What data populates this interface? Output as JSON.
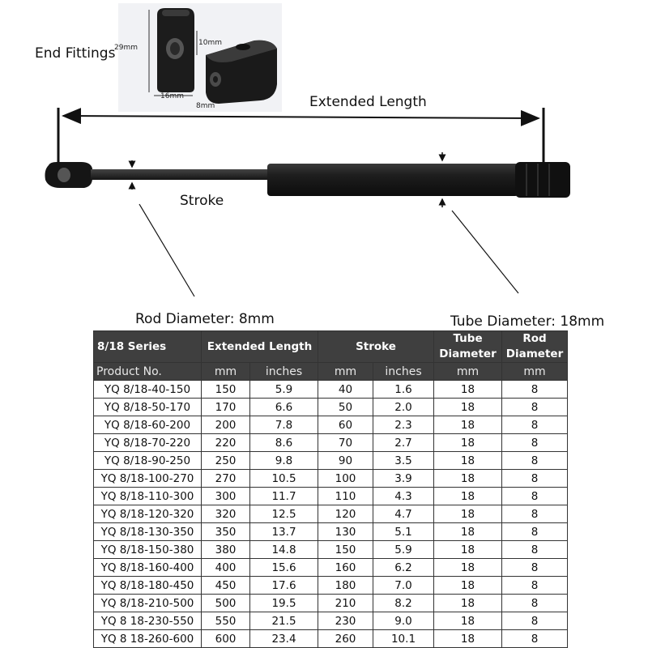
{
  "labels": {
    "end_fittings": "End Fittings",
    "extended_length": "Extended Length",
    "stroke": "Stroke",
    "rod_diameter": "Rod Diameter: 8mm",
    "tube_diameter": "Tube Diameter: 18mm"
  },
  "fitting_dims": {
    "height": "29mm",
    "width": "16mm",
    "hole": "10mm",
    "thread": "8mm"
  },
  "table": {
    "series_label": "8/18 Series",
    "col_extended": "Extended Length",
    "col_stroke": "Stroke",
    "col_tube": "Tube Diameter",
    "col_rod": "Rod Diameter",
    "product_label": "Product No.",
    "unit_mm": "mm",
    "unit_inches": "inches",
    "rows": [
      [
        "YQ 8/18-40-150",
        "150",
        "5.9",
        "40",
        "1.6",
        "18",
        "8"
      ],
      [
        "YQ 8/18-50-170",
        "170",
        "6.6",
        "50",
        "2.0",
        "18",
        "8"
      ],
      [
        "YQ 8/18-60-200",
        "200",
        "7.8",
        "60",
        "2.3",
        "18",
        "8"
      ],
      [
        "YQ 8/18-70-220",
        "220",
        "8.6",
        "70",
        "2.7",
        "18",
        "8"
      ],
      [
        "YQ 8/18-90-250",
        "250",
        "9.8",
        "90",
        "3.5",
        "18",
        "8"
      ],
      [
        "YQ 8/18-100-270",
        "270",
        "10.5",
        "100",
        "3.9",
        "18",
        "8"
      ],
      [
        "YQ 8/18-110-300",
        "300",
        "11.7",
        "110",
        "4.3",
        "18",
        "8"
      ],
      [
        "YQ 8/18-120-320",
        "320",
        "12.5",
        "120",
        "4.7",
        "18",
        "8"
      ],
      [
        "YQ 8/18-130-350",
        "350",
        "13.7",
        "130",
        "5.1",
        "18",
        "8"
      ],
      [
        "YQ 8/18-150-380",
        "380",
        "14.8",
        "150",
        "5.9",
        "18",
        "8"
      ],
      [
        "YQ 8/18-160-400",
        "400",
        "15.6",
        "160",
        "6.2",
        "18",
        "8"
      ],
      [
        "YQ 8/18-180-450",
        "450",
        "17.6",
        "180",
        "7.0",
        "18",
        "8"
      ],
      [
        "YQ 8/18-210-500",
        "500",
        "19.5",
        "210",
        "8.2",
        "18",
        "8"
      ],
      [
        "YQ 8 18-230-550",
        "550",
        "21.5",
        "230",
        "9.0",
        "18",
        "8"
      ],
      [
        "YQ 8 18-260-600",
        "600",
        "23.4",
        "260",
        "10.1",
        "18",
        "8"
      ]
    ]
  }
}
